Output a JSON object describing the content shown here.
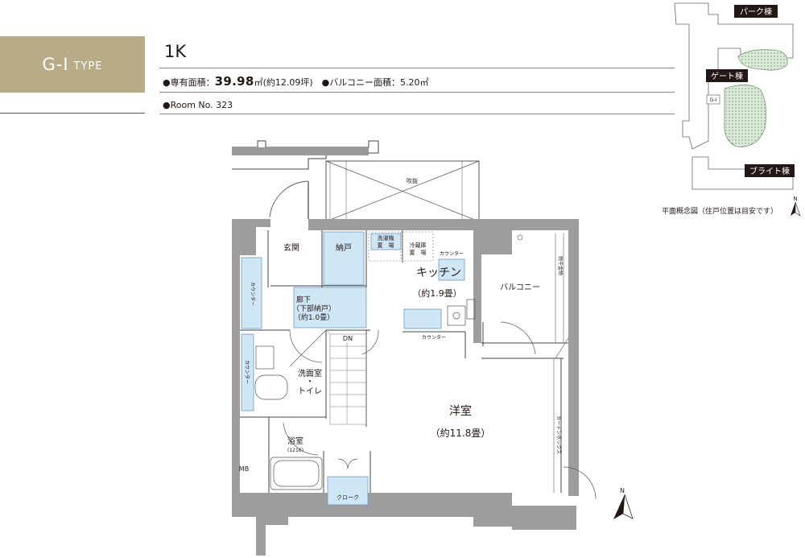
{
  "badge": {
    "code": "G-I",
    "suffix": "TYPE"
  },
  "plan": {
    "type": "1K"
  },
  "area": {
    "private_label": "●専有面積：",
    "private_value": "39.98",
    "private_unit": "㎡",
    "private_tsubo": "(約12.09坪)",
    "balcony": "●バルコニー面積：5.20㎡"
  },
  "room": "●Room No. 323",
  "key_plan": {
    "buildings": [
      "パーク棟",
      "ゲート棟",
      "ブライト棟"
    ],
    "unit_marker": "G-I",
    "caption": "平面概念図（住戸位置は目安です）",
    "north": "N"
  },
  "rooms": {
    "fukinuke": "吹抜",
    "genkan": "玄関",
    "nando": "納戸",
    "sentakuki": [
      "洗濯機",
      "置　場"
    ],
    "reizoko": [
      "冷蔵庫",
      "置　場"
    ],
    "counter": "カウンター",
    "kitchen": "キッチン",
    "kitchen_area": "（約1.9畳）",
    "balcony": "バルコニー",
    "counter_left": "カウンター",
    "counter_left2": "カウンター",
    "rouka": [
      "廊下",
      "（下部納戸）",
      "（約1.0畳）"
    ],
    "dn": "DN",
    "senmen": [
      "洗面室",
      "・",
      "トイレ"
    ],
    "counter_kitchen": "カウンター",
    "yoshitsu": "洋室",
    "yoshitsu_area": "（約11.8畳）",
    "yokushitsu": "浴室",
    "yokushitsu_size": "(1216)",
    "mb": "MB",
    "closet": "クローク",
    "curtain": "カーテンボックス",
    "rack": "物干金物",
    "north": "N"
  }
}
